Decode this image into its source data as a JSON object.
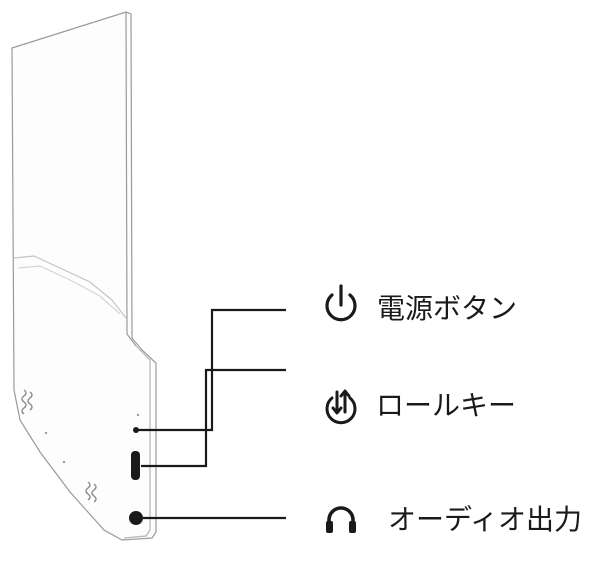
{
  "callouts": {
    "power": {
      "label": "電源ボタン",
      "icon": "power-icon"
    },
    "scroll": {
      "label": "ロールキー",
      "icon": "scroll-key-icon"
    },
    "audio": {
      "label": "オーディオ出力",
      "icon": "headphones-icon"
    }
  },
  "colors": {
    "outline": "#9a9a9a",
    "leader": "#1a1a1a",
    "text": "#1a1a1a"
  }
}
